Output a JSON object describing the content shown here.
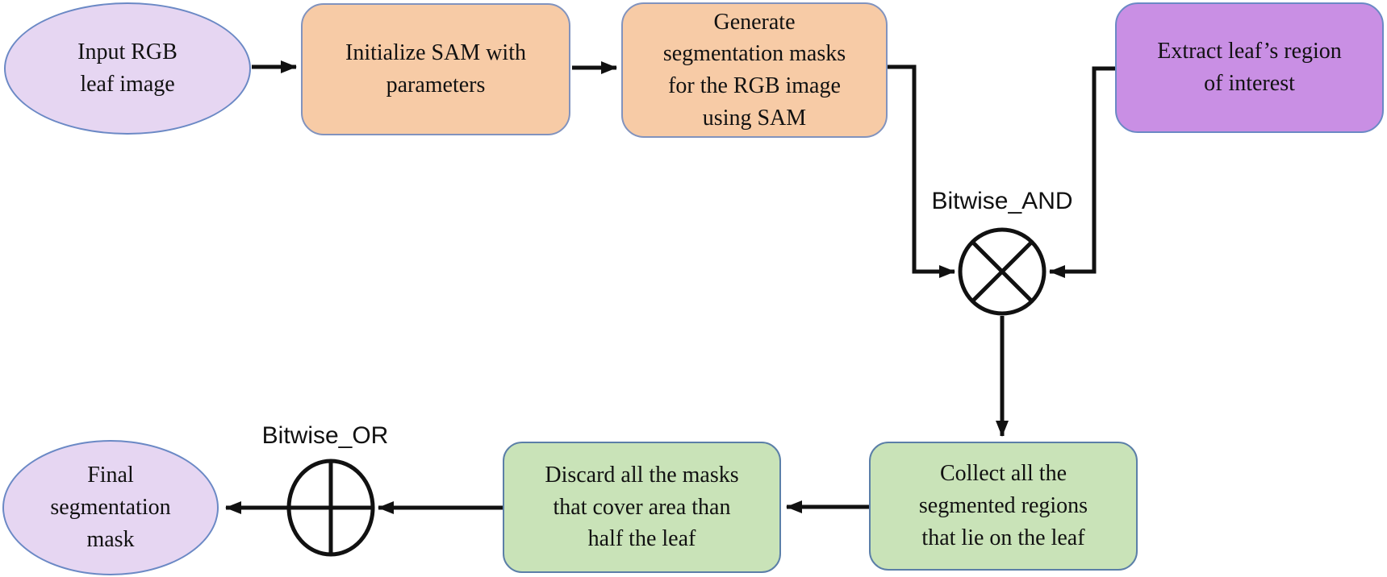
{
  "diagram": {
    "type": "flowchart",
    "description": "SAM-based leaf segmentation pipeline",
    "nodes": [
      {
        "id": "input_rgb",
        "shape": "ellipse",
        "label": "Input RGB\nleaf image",
        "fill": "#E6D6F2"
      },
      {
        "id": "init_sam",
        "shape": "rounded-rect",
        "label": "Initialize SAM with\nparameters",
        "fill": "#F7CBA6"
      },
      {
        "id": "generate_masks",
        "shape": "rounded-rect",
        "label": "Generate\nsegmentation masks\nfor the RGB image\nusing SAM",
        "fill": "#F7CBA6"
      },
      {
        "id": "extract_roi",
        "shape": "rounded-rect",
        "label": "Extract leaf’s region\nof interest",
        "fill": "#C98FE4"
      },
      {
        "id": "collect_regions",
        "shape": "rounded-rect",
        "label": "Collect all the\nsegmented regions\nthat lie on the leaf",
        "fill": "#C9E3B8"
      },
      {
        "id": "discard_masks",
        "shape": "rounded-rect",
        "label": "Discard all the masks\nthat  cover area than\nhalf the leaf",
        "fill": "#C9E3B8"
      },
      {
        "id": "final_mask",
        "shape": "ellipse",
        "label": "Final\nsegmentation\nmask",
        "fill": "#E6D6F2"
      }
    ],
    "operators": [
      {
        "id": "bitwise_and",
        "label": "Bitwise_AND",
        "symbol": "circle-with-diagonal-cross"
      },
      {
        "id": "bitwise_or",
        "label": "Bitwise_OR",
        "symbol": "circle-with-plus"
      }
    ],
    "edges": [
      {
        "from": "input_rgb",
        "to": "init_sam"
      },
      {
        "from": "init_sam",
        "to": "generate_masks"
      },
      {
        "from": "generate_masks",
        "to": "bitwise_and"
      },
      {
        "from": "extract_roi",
        "to": "bitwise_and"
      },
      {
        "from": "bitwise_and",
        "to": "collect_regions"
      },
      {
        "from": "collect_regions",
        "to": "discard_masks"
      },
      {
        "from": "discard_masks",
        "to": "bitwise_or"
      },
      {
        "from": "bitwise_or",
        "to": "final_mask"
      }
    ],
    "colors": {
      "lavender_fill": "#E6D6F2",
      "orange_fill": "#F7CBA6",
      "purple_fill": "#C98FE4",
      "green_fill": "#C9E3B8",
      "blue_border": "#6B89C5",
      "green_box_border": "#5B7FA8",
      "orange_box_border": "#8193BE",
      "connector_line": "#111111",
      "background": "#FFFFFF"
    }
  }
}
